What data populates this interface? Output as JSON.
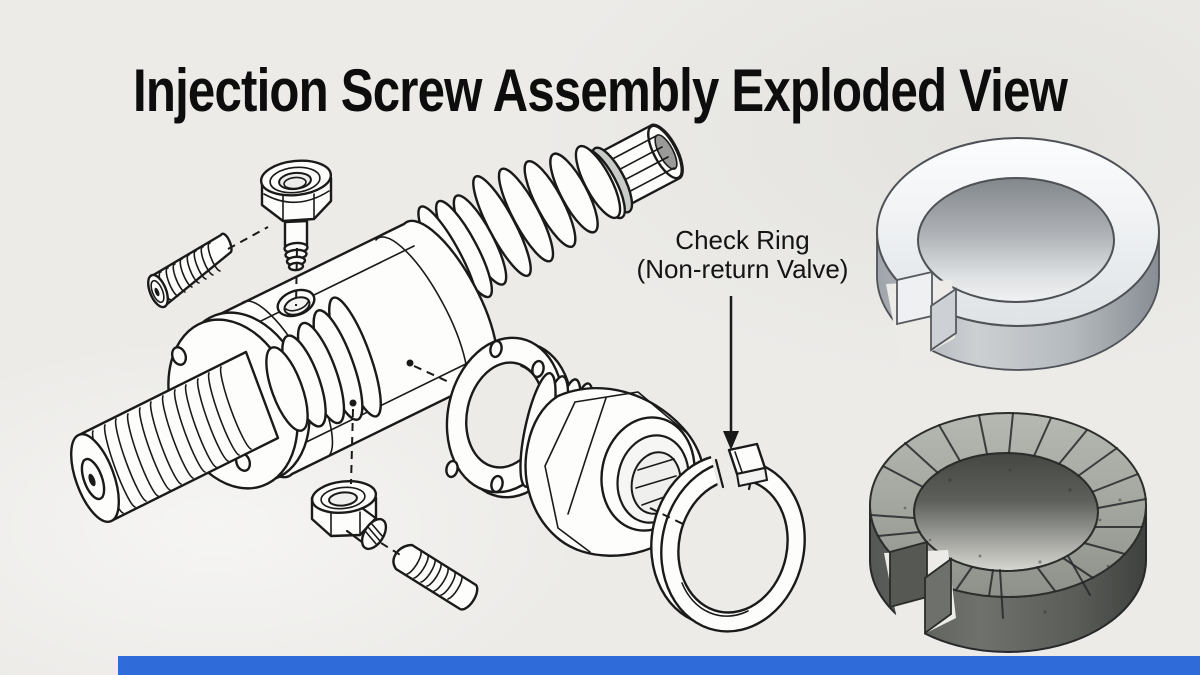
{
  "title": "Injection Screw Assembly Exploded View",
  "callout": {
    "line1": "Check Ring",
    "line2": "(Non-return Valve)"
  },
  "colors": {
    "background": "#ECEBE8",
    "ink": "#1A1A1A",
    "accent_bar": "#2F6CD9",
    "new_ring_metal": "#D9DCDE",
    "worn_ring_metal": "#8F918C"
  }
}
